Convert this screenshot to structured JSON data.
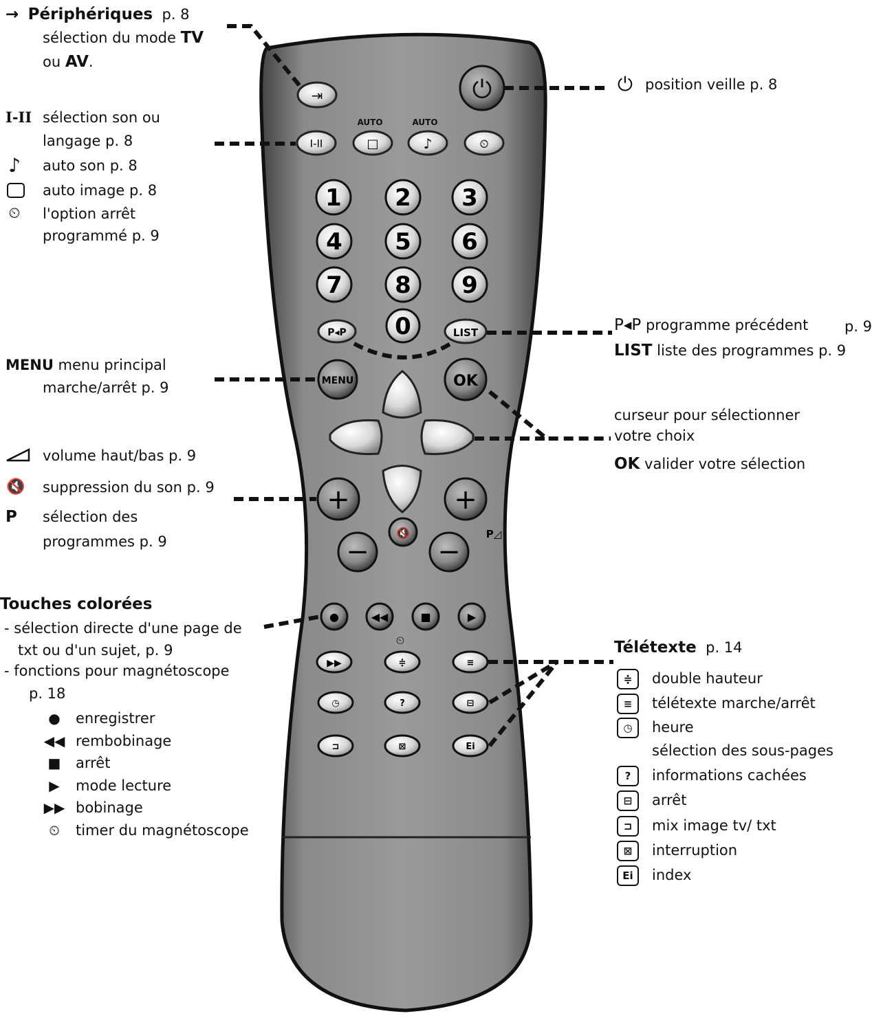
{
  "left": {
    "peripheriques": {
      "icon": "→",
      "title": "Périphériques",
      "page": "p. 8",
      "line2a": "sélection du mode ",
      "tv": "TV",
      "line3a": "ou ",
      "av": "AV",
      "line3b": "."
    },
    "sound_lang": {
      "icon": "I-II",
      "line1": "sélection son ou",
      "line2": "langage p. 8"
    },
    "auto_sound": {
      "icon": "♪",
      "text": "auto son  p. 8"
    },
    "auto_image": {
      "text": "auto image  p. 8"
    },
    "sleep": {
      "line1": "l'option arrêt",
      "line2": "programmé p. 9"
    },
    "menu": {
      "label": "MENU",
      "line1": " menu principal",
      "line2": "marche/arrêt   p. 9"
    },
    "volume": {
      "text": "volume haut/bas  p. 9"
    },
    "mute": {
      "icon": "🔇",
      "text": "suppression du son  p. 9"
    },
    "program": {
      "icon": "P",
      "line1": "sélection des",
      "line2": "programmes p. 9"
    },
    "colored": {
      "title": "Touches colorées",
      "bullet1a": "-  sélection directe d'une page de",
      "bullet1b": "txt ou d'un sujet, p. 9",
      "bullet2a": "-   fonctions pour magnétoscope",
      "bullet2b": "p. 18",
      "items": [
        {
          "icon": "●",
          "text": "enregistrer"
        },
        {
          "icon": "◀◀",
          "text": "rembobinage"
        },
        {
          "icon": "■",
          "text": "arrêt"
        },
        {
          "icon": "▶",
          "text": "mode lecture"
        },
        {
          "icon": "▶▶",
          "text": "bobinage"
        },
        {
          "icon": "⏲",
          "text": "timer du magnétoscope"
        }
      ]
    }
  },
  "right": {
    "standby": {
      "icon": "⏻",
      "text": "position veille  p. 8"
    },
    "pp": {
      "icon": "P◂P",
      "text": "  programme précédent",
      "page": "p. 9"
    },
    "list": {
      "label": "LIST",
      "text": " liste des programmes  p. 9"
    },
    "cursor": {
      "line1": "curseur pour sélectionner",
      "line2": "votre choix"
    },
    "ok": {
      "label": "OK",
      "text": " valider votre sélection"
    },
    "teletext": {
      "title": "Télétexte",
      "page": "p. 14",
      "items": [
        {
          "icon": "≑",
          "text": "double hauteur"
        },
        {
          "icon": "≡",
          "text": "télétexte marche/arrêt"
        },
        {
          "icon": "◷",
          "text": "heure"
        },
        {
          "icon": "",
          "text": "sélection des sous-pages"
        },
        {
          "icon": "?",
          "text": "informations cachées"
        },
        {
          "icon": "⊟",
          "text": "arrêt"
        },
        {
          "icon": "⊐",
          "text": "mix image tv/ txt"
        },
        {
          "icon": "⊠",
          "text": "interruption"
        },
        {
          "icon": "Ei",
          "text": "index"
        }
      ]
    }
  },
  "remote": {
    "auto1": "AUTO",
    "auto2": "AUTO",
    "row_top": [
      "I-II",
      "□",
      "♪",
      "⏲"
    ],
    "digits": [
      "1",
      "2",
      "3",
      "4",
      "5",
      "6",
      "7",
      "8",
      "9",
      "0"
    ],
    "pp": "P◂P",
    "list": "LIST",
    "menu": "MENU",
    "ok": "OK",
    "plus": "+",
    "minus": "−",
    "mute": "🔇",
    "pvol": "P◿",
    "transport": [
      "●",
      "◀◀",
      "■",
      "▶",
      "▶▶"
    ],
    "tt_row1": [
      "≑",
      "≡"
    ],
    "tt_row2": [
      "◷",
      "?",
      "⊟"
    ],
    "tt_row3": [
      "⊐",
      "⊠",
      "Ei"
    ],
    "timer": "⏲",
    "standby": "⏻",
    "src": "⇥"
  }
}
